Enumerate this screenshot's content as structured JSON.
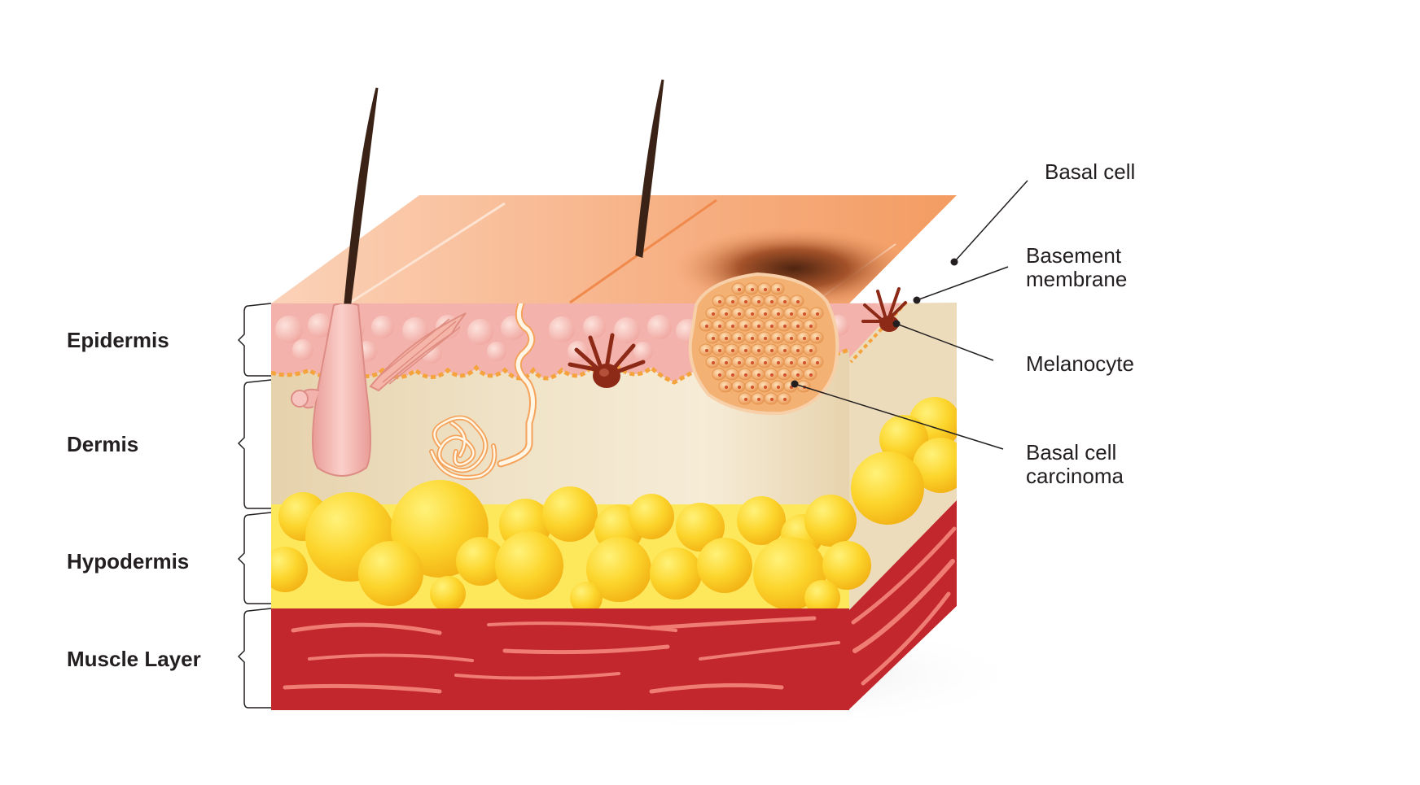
{
  "layers": [
    {
      "id": "epidermis",
      "label": "Epidermis"
    },
    {
      "id": "dermis",
      "label": "Dermis"
    },
    {
      "id": "hypodermis",
      "label": "Hypodermis"
    },
    {
      "id": "muscle",
      "label": "Muscle Layer"
    }
  ],
  "callouts": {
    "basal_cell": "Basal cell",
    "basement_membrane_1": "Basement",
    "basement_membrane_2": "membrane",
    "melanocyte": "Melanocyte",
    "bcc_1": "Basal cell",
    "bcc_2": "carcinoma"
  },
  "colors": {
    "skin_top": "#f6a56e",
    "epidermis": "#f3b3ac",
    "dermis": "#ecdcbc",
    "fat": "#fbd428",
    "muscle": "#c1272d",
    "muscle_fiber": "#ef7d73",
    "hair": "#3a2316",
    "tumor": "#f3b173",
    "melanocyte": "#8c2a17",
    "text": "#231f20"
  }
}
